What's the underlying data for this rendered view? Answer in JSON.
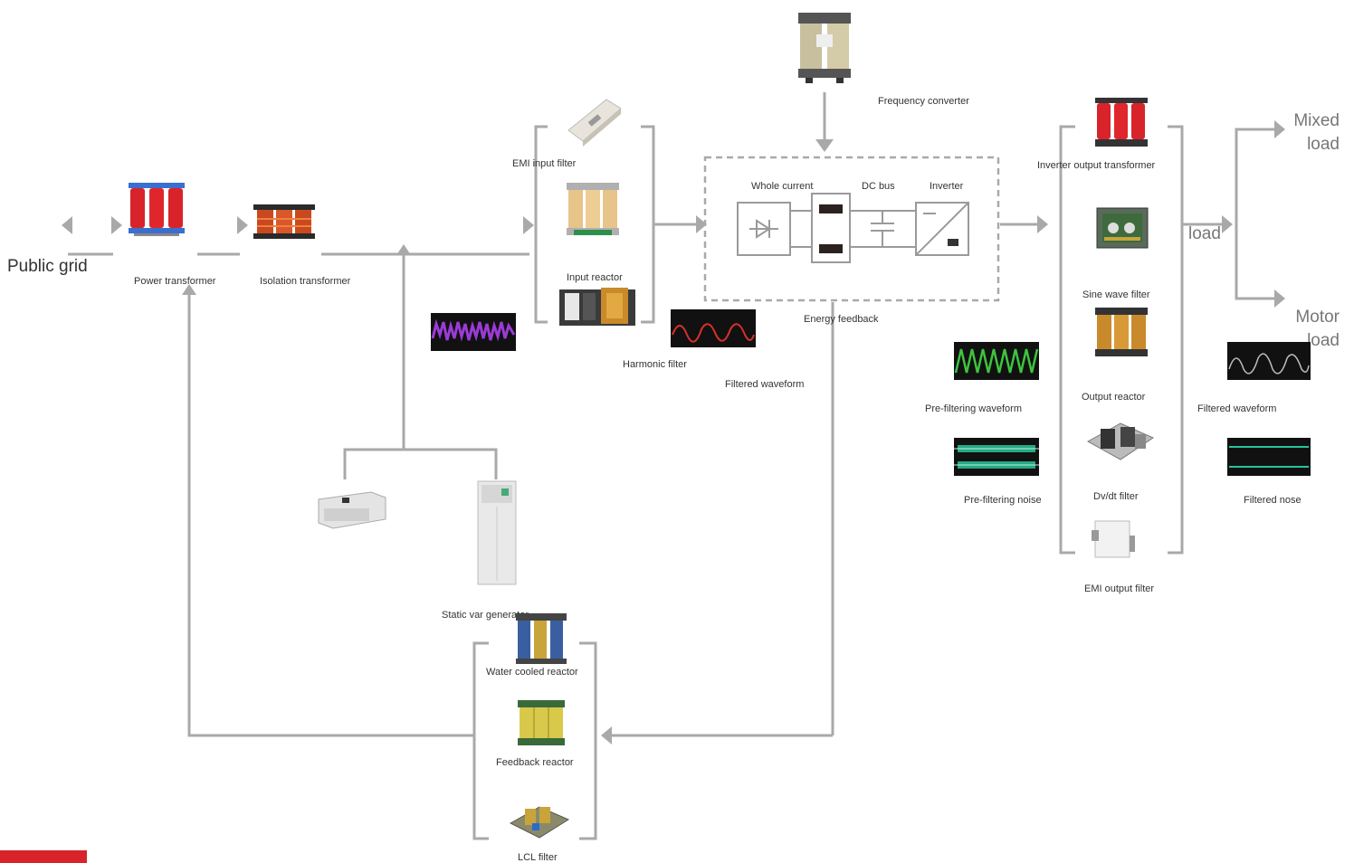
{
  "labels": {
    "public_grid": "Public grid",
    "power_transformer": "Power transformer",
    "isolation_transformer": "Isolation transformer",
    "emi_input_filter": "EMI input filter",
    "input_reactor": "Input reactor",
    "harmonic_filter": "Harmonic filter",
    "filtered_waveform_left": "Filtered waveform",
    "frequency_converter": "Frequency converter",
    "whole_current": "Whole current",
    "dc_bus": "DC bus",
    "inverter": "Inverter",
    "energy_feedback": "Energy feedback",
    "inverter_output_transformer": "Inverter output transformer",
    "sine_wave_filter": "Sine wave filter",
    "output_reactor": "Output reactor",
    "dvdt_filter": "Dv/dt filter",
    "emi_output_filter": "EMI output filter",
    "pre_filtering_waveform": "Pre-filtering waveform",
    "pre_filtering_noise": "Pre-filtering noise",
    "filtered_waveform_right": "Filtered waveform",
    "filtered_noise": "Filtered nose",
    "load": "load",
    "mixed_load": "Mixed\nload",
    "motor_load": "Motor\nload",
    "static_var_generator": "Static var generator",
    "water_cooled_reactor": "Water cooled reactor",
    "feedback_reactor": "Feedback reactor",
    "lcl_filter": "LCL filter"
  },
  "colors": {
    "wire": "#a9a9a9",
    "transformer_red": "#d8232a",
    "brand_red": "#d8232a",
    "wave_purple": "#9b3bd6",
    "wave_red": "#d9302c",
    "wave_green": "#3ec43e",
    "wave_teal": "#28c49a",
    "wave_grey": "#bdbdbd"
  }
}
